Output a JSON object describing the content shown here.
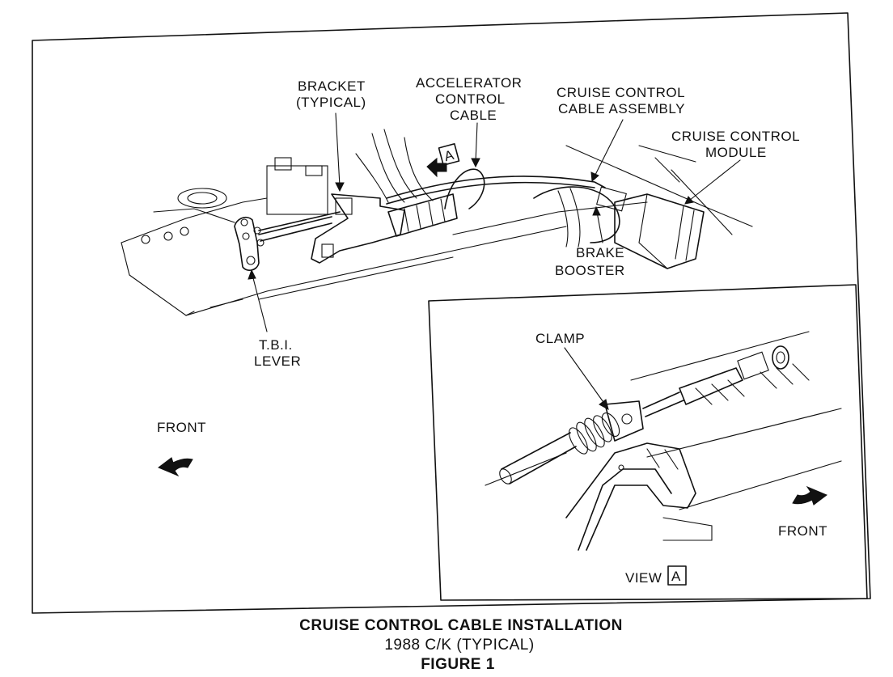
{
  "labels": {
    "bracket": [
      "BRACKET",
      "(TYPICAL)"
    ],
    "accelerator_cable": [
      "ACCELERATOR",
      "CONTROL",
      "CABLE"
    ],
    "cable_assembly": [
      "CRUISE CONTROL",
      "CABLE ASSEMBLY"
    ],
    "module": [
      "CRUISE CONTROL",
      "MODULE"
    ],
    "brake_booster": [
      "BRAKE",
      "BOOSTER"
    ],
    "tbi_lever": [
      "T.B.I.",
      "LEVER"
    ],
    "front_main": "FRONT",
    "clamp": "CLAMP",
    "front_inset": "FRONT",
    "view_prefix": "VIEW",
    "view_letter": "A",
    "callout_letter": "A"
  },
  "caption": {
    "line1": "CRUISE CONTROL CABLE INSTALLATION",
    "line2": "1988 C/K (TYPICAL)",
    "line3": "FIGURE 1"
  },
  "icons": [
    "front-arrow-icon",
    "view-direction-arrow-icon"
  ]
}
